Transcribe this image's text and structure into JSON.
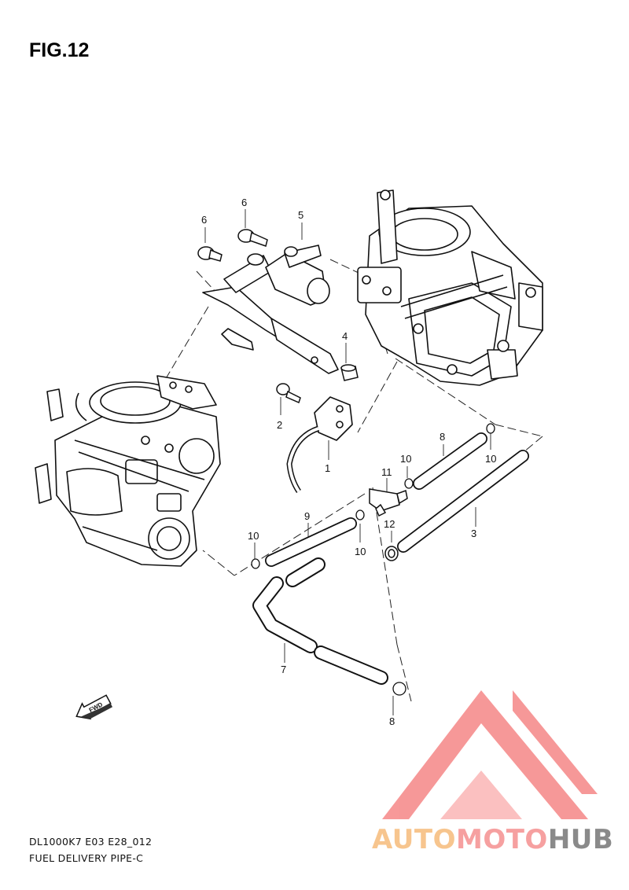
{
  "figure": {
    "title": "FIG.12",
    "code": "DL1000K7 E03 E28_012",
    "description": "FUEL DELIVERY PIPE-C"
  },
  "callouts": [
    "1",
    "2",
    "3",
    "4",
    "5",
    "6",
    "6",
    "7",
    "8",
    "8",
    "9",
    "10",
    "10",
    "10",
    "10",
    "11",
    "12"
  ],
  "direction_label": "FWD",
  "watermark": {
    "part1": "AUTO",
    "part2": "MOTO",
    "part3": "HUB",
    "colors": {
      "auto": "#f7c58e",
      "moto": "#f6a0a0",
      "hub": "#8a8a8a",
      "logo": "#f57f7f"
    }
  }
}
